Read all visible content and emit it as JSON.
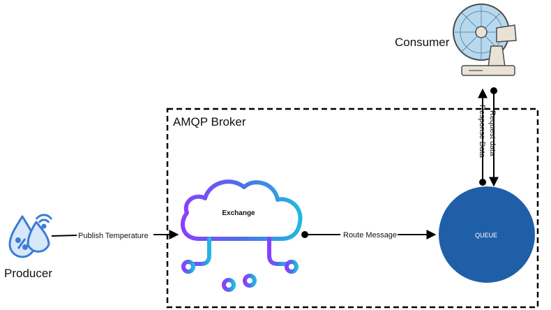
{
  "broker": {
    "title": "AMQP Broker"
  },
  "producer": {
    "label": "Producer",
    "icon": "water-drops-wifi-icon"
  },
  "consumer": {
    "label": "Consumer",
    "icon": "desk-fan-icon"
  },
  "exchange": {
    "label": "Exchange",
    "icon": "cloud-network-icon"
  },
  "queue": {
    "label": "QUEUE",
    "color": "#1f5fa8"
  },
  "edges": {
    "publish": "Publish Temperature",
    "route": "Route Message",
    "request": "Request data",
    "response": "Response Data"
  },
  "colors": {
    "producer_icon": "#3a7bd5",
    "cloud_gradient": [
      "#8a3ffc",
      "#3b6fe0",
      "#1fb6e0"
    ]
  }
}
